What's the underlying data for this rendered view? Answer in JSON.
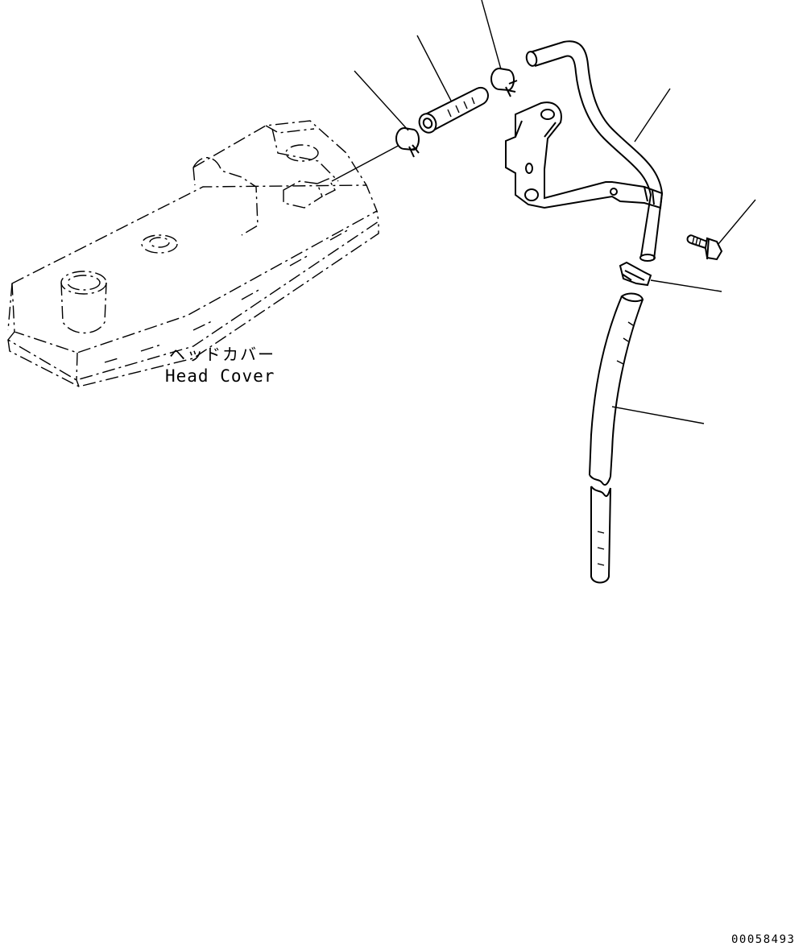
{
  "diagram": {
    "part_label_jp": "ヘッドカバー",
    "part_label_en": "Head Cover",
    "drawing_id": "00058493"
  },
  "colors": {
    "ink": "#000000",
    "paper": "#ffffff"
  },
  "icons": {
    "head_cover": "head-cover-outline",
    "hose_clamp": "hose-clamp",
    "short_hose": "short-hose",
    "breather_tube": "breather-tube",
    "bracket": "mounting-bracket",
    "bolt": "flange-bolt",
    "clip": "hose-clip",
    "drain_hose": "drain-hose"
  }
}
